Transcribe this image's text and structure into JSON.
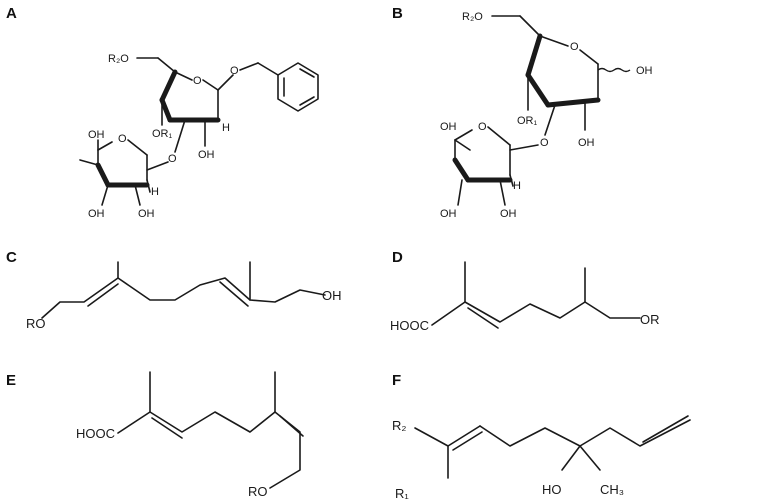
{
  "figure": {
    "panels": [
      {
        "id": "A",
        "label": "A"
      },
      {
        "id": "B",
        "label": "B"
      },
      {
        "id": "C",
        "label": "C"
      },
      {
        "id": "D",
        "label": "D"
      },
      {
        "id": "E",
        "label": "E"
      },
      {
        "id": "F",
        "label": "F"
      }
    ]
  },
  "panel_a": {
    "r2o": "R₂O",
    "oh": "OH",
    "or1": "OR₁",
    "h": "H",
    "o_ring": "O"
  },
  "panel_b": {
    "r2o": "R₂O",
    "oh": "OH",
    "or1": "OR₁",
    "h": "H",
    "o_ring": "O"
  },
  "panel_c": {
    "ro": "RO",
    "oh": "OH"
  },
  "panel_d": {
    "hooc": "HOOC",
    "or": "OR"
  },
  "panel_e": {
    "hooc": "HOOC",
    "ro": "RO"
  },
  "panel_f": {
    "r2": "R₂",
    "r1": "R₁",
    "ho": "HO",
    "ch3": "CH₃"
  }
}
